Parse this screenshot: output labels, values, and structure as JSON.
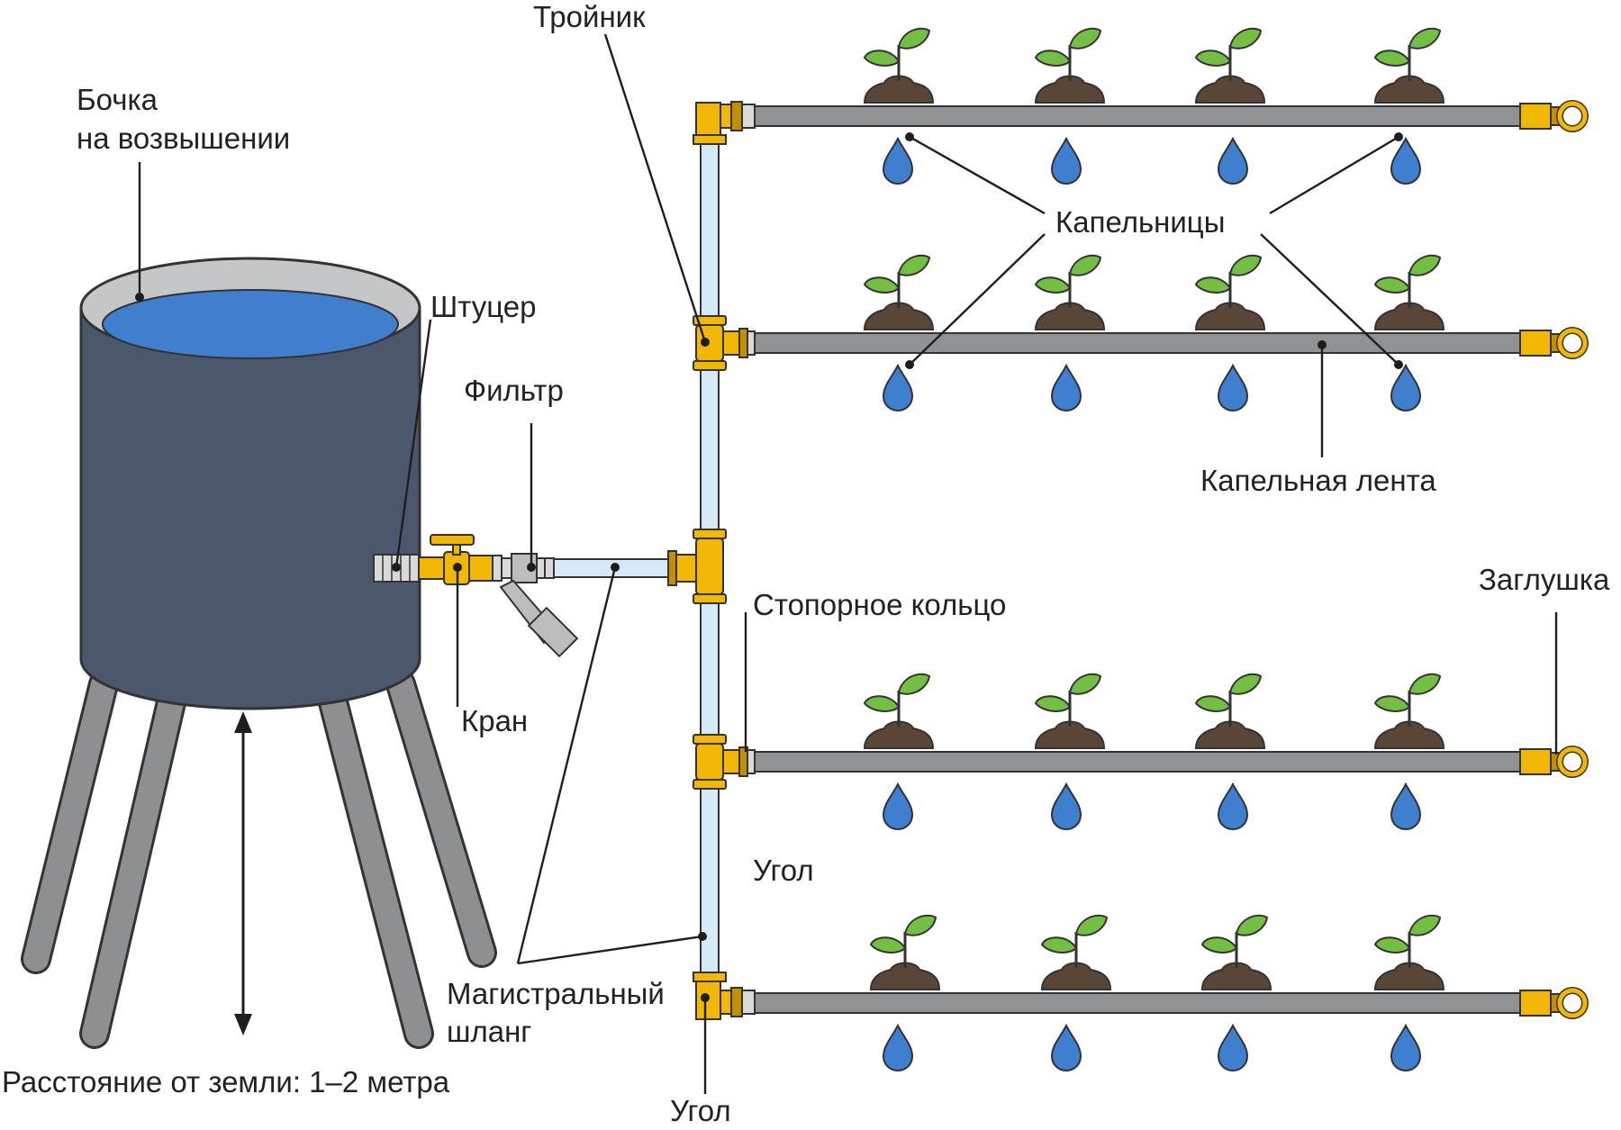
{
  "labels": {
    "barrel": [
      "Бочка",
      "на возвышении"
    ],
    "fitting": "Штуцер",
    "filter": "Фильтр",
    "tap": "Кран",
    "tee": "Тройник",
    "drippers": "Капельницы",
    "drip_tape": "Капельная лента",
    "lock_ring": "Стопорное кольцо",
    "end_plug": "Заглушка",
    "elbow_mid": "Угол",
    "elbow_bottom": "Угол",
    "main_hose": [
      "Магистральный",
      "шланг"
    ],
    "distance": "Расстояние от земли:  1–2 метра"
  },
  "colors": {
    "barrel_body": "#4a576c",
    "barrel_rim": "#c5c6c8",
    "water": "#3f7fce",
    "legs": "#8e8f91",
    "tape": "#8f9193",
    "brass": "#f2b705",
    "brass_dark": "#c48e00",
    "main_pipe": "#d6e9f8",
    "pipe_outline": "#333333",
    "leaf": "#73bf44",
    "soil": "#5a4636",
    "drop": "#3e7fd0"
  },
  "rows": [
    {
      "plants": 4,
      "drops": 4
    },
    {
      "plants": 4,
      "drops": 4
    },
    {
      "plants": 4,
      "drops": 4
    },
    {
      "plants": 4,
      "drops": 4
    }
  ]
}
